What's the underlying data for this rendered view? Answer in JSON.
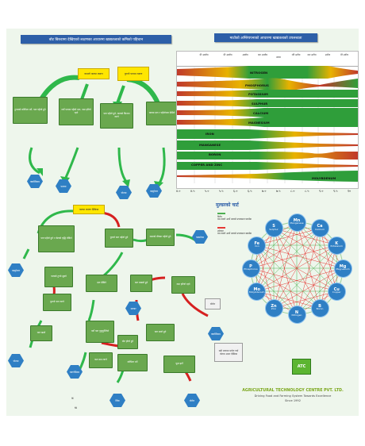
{
  "left_top": {
    "header": "बोट बिरुवामा देखिएको लक्षणका आधारमा खाद्यतत्वको कमिको पहिचान",
    "start_boxes": [
      "कमलो पातमा लक्षण",
      "पुरानो पातमा लक्षण"
    ],
    "green_boxes": [
      "टुप्पाको कोपिला मर्ने, पात पहेंलो हुने",
      "नयाँ पातमा पहेंलो दाग, नसा हरियो रहने",
      "पात पहेंलो हुने, पातको किनारा जल्ने",
      "पातमा दाग र पहेंलोपना देखिने"
    ],
    "hex_items": [
      "क्याल्सियम",
      "फलाम",
      "पोटास",
      "नाइट्रोजन"
    ]
  },
  "availability": {
    "header": "माटोको अम्लियपनाको आधारमा खाद्यतत्वको उपलब्धता",
    "col_headers": [
      "धेरै अम्लीय",
      "धेरै अम्लीय",
      "अम्लीय",
      "कम अम्लीय",
      "तटस्थ",
      "थोरै क्षारिय",
      "कम क्षारिय",
      "क्षारिय",
      "धेरै क्षारिय"
    ],
    "bands": [
      "NITROGEN",
      "PHOSPHORUS",
      "POTASSIUM",
      "SULPHUR",
      "CALCIUM",
      "MAGNESIUM",
      "IRON",
      "MANGANESE",
      "BORON",
      "COPPER AND ZINC",
      "MOLYBDENUM"
    ],
    "ph_ticks": [
      "४.०",
      "४.५",
      "५.०",
      "५.५",
      "६.०",
      "६.५",
      "७.०",
      "७.५",
      "८.०",
      "८.५",
      "९.०",
      "९.५",
      "१०"
    ]
  },
  "flow": {
    "start": "पातमा लक्षण देखिन्छ",
    "boxes": [
      "पात पहेंलो हुने र बोटको वृद्धि रोकिने",
      "पुरानो पात पहेंलो हुने",
      "नसाको बीचमा पहेंलो हुने",
      "पातको टुप्पो सुक्ने",
      "दाग देखिने",
      "पात बाक्लो हुने",
      "नसा हरियो रहने",
      "पुरानो पात जल्ने",
      "पात खस्ने",
      "नयाँ पात गुजुमुज्जिने",
      "पात सानो हुने",
      "बोट होचो हुने",
      "कोपिला मर्ने",
      "फूल झर्ने",
      "फल कम लाग्ने"
    ],
    "hex_items": [
      "नाइट्रोजन",
      "फस्फोरस",
      "पोटास",
      "म्याग्नेसियम",
      "सल्फर",
      "क्याल्सियम",
      "जिंक",
      "बोरोन"
    ],
    "grey_box_1": "बोरोन",
    "grey_box_2": "बढी मात्रामा प्रयोग गर्दा बोटमा असर देखिन्छ",
    "small_labels": [
      "क",
      "ख"
    ]
  },
  "wheel": {
    "header": "मुल्डरको चार्ट",
    "legend": [
      {
        "title": "विरोध",
        "text": "यस तत्वले अर्को तत्वको उपलब्धता घटाउँछ",
        "color": "#4caf50"
      },
      {
        "title": "उत्तेजना",
        "text": "यस तत्वले अर्को तत्वको उपलब्धता बढाउँछ",
        "color": "#e53935"
      }
    ],
    "nutrients": [
      {
        "sym": "Mn",
        "name": "Manganese"
      },
      {
        "sym": "Ca",
        "name": "Calcium"
      },
      {
        "sym": "K",
        "name": "Potassium"
      },
      {
        "sym": "Mg",
        "name": "Magnesium"
      },
      {
        "sym": "Cu",
        "name": "Copper"
      },
      {
        "sym": "B",
        "name": "Boron"
      },
      {
        "sym": "N",
        "name": "Nitrogen"
      },
      {
        "sym": "Zn",
        "name": "Zinc"
      },
      {
        "sym": "Mo",
        "name": "Molybdenum"
      },
      {
        "sym": "P",
        "name": "Phosphorus"
      },
      {
        "sym": "Fe",
        "name": "Iron"
      },
      {
        "sym": "S",
        "name": "Sulphur"
      }
    ]
  },
  "company": {
    "logo_text": "ATC",
    "name": "AGRICULTURAL TECHNOLOGY CENTRE PVT. LTD.",
    "tagline": "Driving Food and Farming System Towards Excellence",
    "since": "Since 1992"
  },
  "colors": {
    "header_blue": "#2d5fa8",
    "box_green": "#6aa84f",
    "arrow_green": "#2fb84b",
    "arrow_red": "#d62020",
    "hex_blue": "#2f7fc4",
    "start_yellow": "#ffe600",
    "brand_green": "#7aa61a"
  }
}
